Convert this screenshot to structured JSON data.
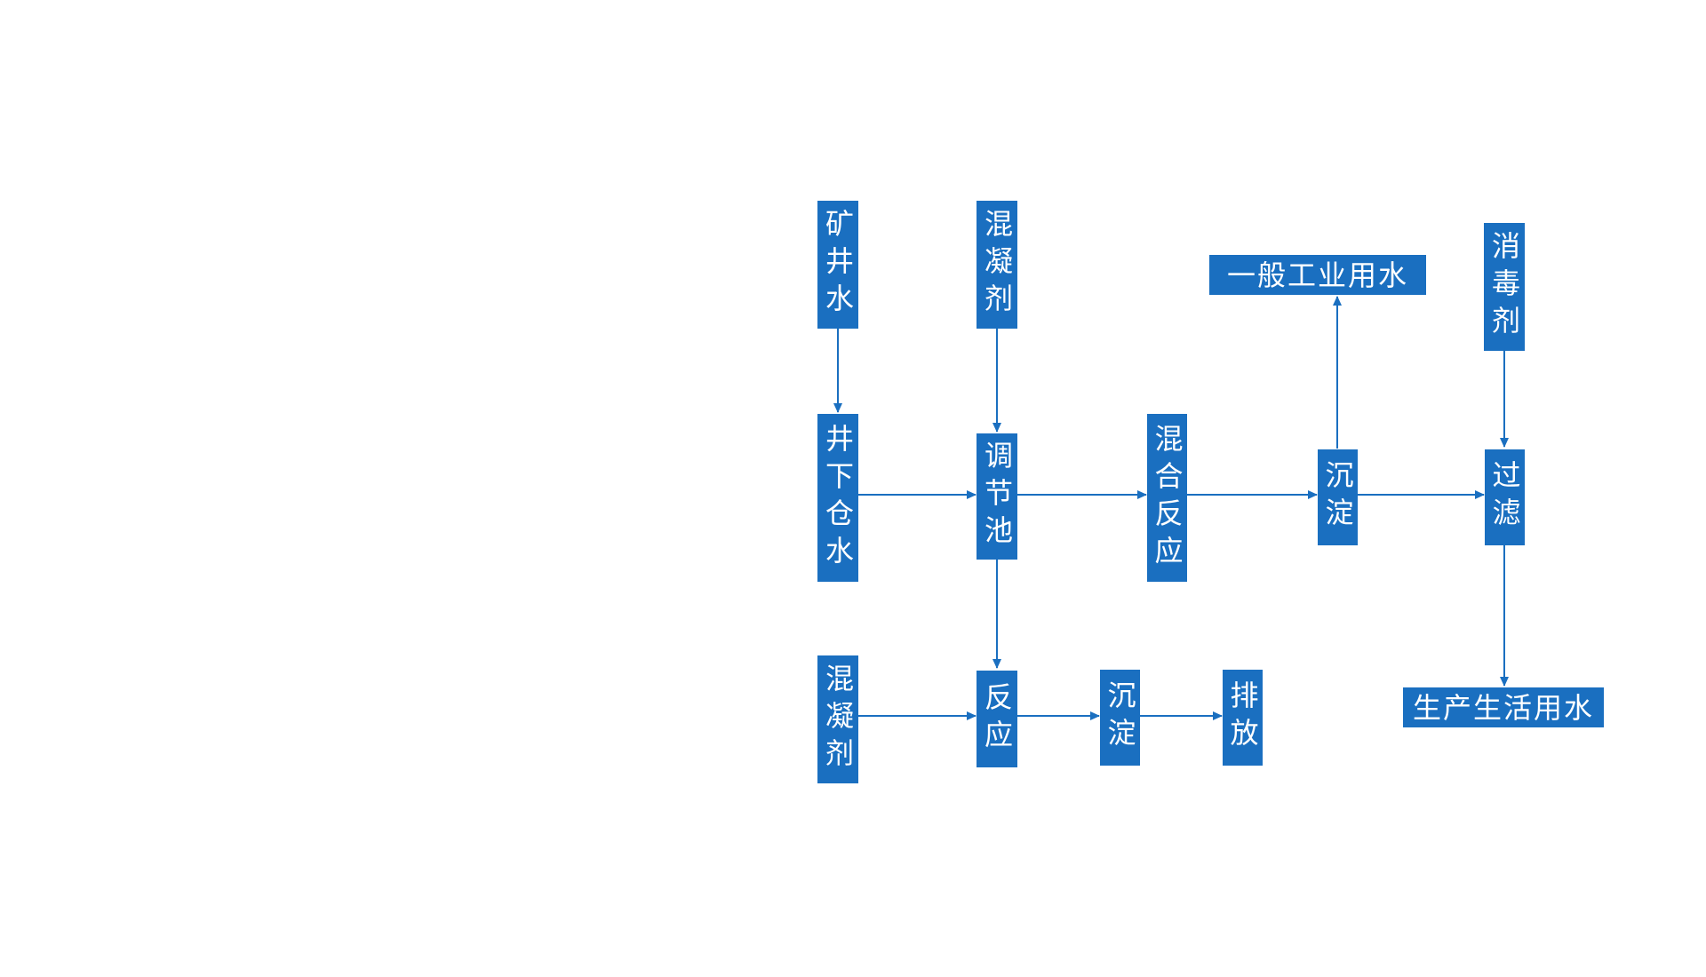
{
  "diagram": {
    "accent_color": "#1a6fc0",
    "nodes": {
      "mine_water": "矿井水",
      "coagulant_1": "混凝剂",
      "underground_storage_water": "井下仓水",
      "regulating_tank": "调节池",
      "mixing_reaction": "混合反应",
      "sedimentation_1": "沉淀",
      "general_industrial_water": "一般工业用水",
      "disinfectant": "消毒剂",
      "filtration": "过滤",
      "production_domestic_water": "生产生活用水",
      "coagulant_2": "混凝剂",
      "reaction": "反应",
      "sedimentation_2": "沉淀",
      "discharge": "排放"
    }
  }
}
